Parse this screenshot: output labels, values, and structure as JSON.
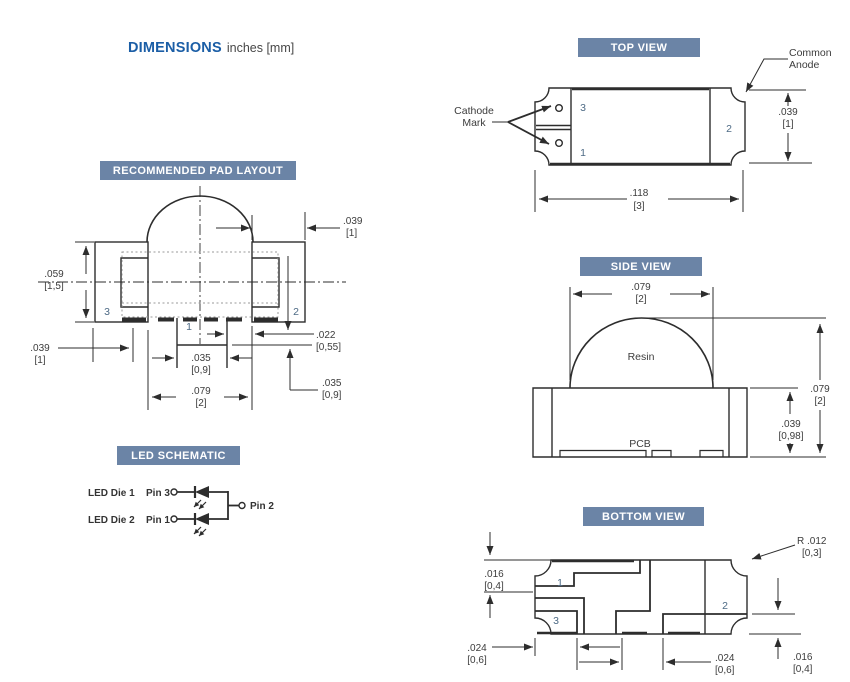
{
  "title": {
    "main": "DIMENSIONS",
    "sub": "inches [mm]"
  },
  "colors": {
    "accent": "#1b5ea6",
    "header_bg": "#6b84a6",
    "header_text": "#ffffff",
    "line": "#2d2d2d",
    "label": "#4d6a85",
    "dim_text": "#3c3c3c"
  },
  "sections": {
    "top_view": {
      "header": "TOP VIEW",
      "pin1": "1",
      "pin2": "2",
      "pin3": "3",
      "cathode1": "Cathode",
      "cathode2": "Mark",
      "anode1": "Common",
      "anode2": "Anode",
      "dim_h_in": ".039",
      "dim_h_mm": "[1]",
      "dim_w_in": ".118",
      "dim_w_mm": "[3]"
    },
    "pad_layout": {
      "header": "RECOMMENDED PAD LAYOUT",
      "pad1": "1",
      "pad2": "2",
      "pad3": "3",
      "h_in": ".059",
      "h_mm": "[1,5]",
      "w_in": ".039",
      "w_mm": "[1]",
      "gap_in": ".022",
      "gap_mm": "[0,55]",
      "off_in": ".039",
      "off_mm": "[1]",
      "c_in": ".035",
      "c_mm": "[0,9]",
      "span_in": ".079",
      "span_mm": "[2]",
      "drop_in": ".035",
      "drop_mm": "[0,9]"
    },
    "led_schematic": {
      "header": "LED SCHEMATIC",
      "die1": "LED Die 1",
      "die2": "LED Die 2",
      "pin3": "Pin 3",
      "pin1": "Pin 1",
      "pin2": "Pin 2"
    },
    "side_view": {
      "header": "SIDE VIEW",
      "resin": "Resin",
      "pcb": "PCB",
      "dome_in": ".079",
      "dome_mm": "[2]",
      "total_in": ".079",
      "total_mm": "[2]",
      "pcb_in": ".039",
      "pcb_mm": "[0,98]"
    },
    "bottom_view": {
      "header": "BOTTOM VIEW",
      "pad1": "1",
      "pad2": "2",
      "pad3": "3",
      "r_in": "R .012",
      "r_mm": "[0,3]",
      "top_in": ".016",
      "top_mm": "[0,4]",
      "l_in": ".024",
      "l_mm": "[0,6]",
      "c_in": ".024",
      "c_mm": "[0,6]",
      "rt_in": ".016",
      "rt_mm": "[0,4]"
    }
  }
}
